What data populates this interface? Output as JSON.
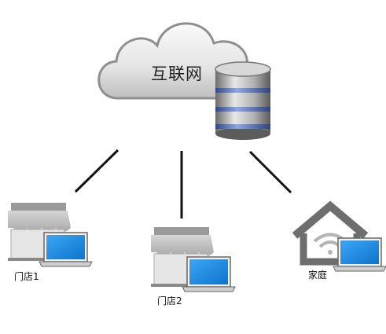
{
  "cloud": {
    "label": "互联网"
  },
  "nodes": {
    "store1": {
      "label": "门店1"
    },
    "store2": {
      "label": "门店2"
    },
    "home": {
      "label": "家庭"
    }
  },
  "colors": {
    "laptop_screen": "#1e8fe8",
    "cloud_shade": "#b9b9b9",
    "db_blue_band": "#4f6fb7",
    "house": "#707070"
  },
  "icons": [
    "cloud-icon",
    "database-icon",
    "store-icon",
    "laptop-icon",
    "house-icon",
    "wifi-icon"
  ]
}
